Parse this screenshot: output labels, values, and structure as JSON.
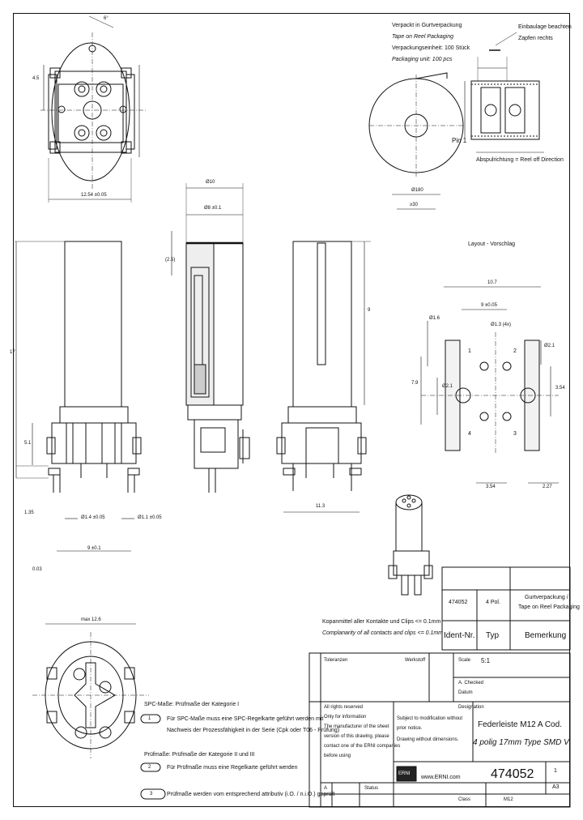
{
  "packaging": {
    "line1": "Verpackt in Gurtverpackung",
    "line2": "Tape on Reel Packaging",
    "line3": "Verpackungseinheit: 100 Stück",
    "line4": "Packaging unit: 100 pcs",
    "insert_de": "Einbaulage beachten",
    "insert_de2": "Zapfen rechts",
    "direction": "Abspulrichtung = Reel off Direction",
    "pin1": "Pin 1",
    "dim_reel_d": "Ø180",
    "dim_reel_w": "≥30"
  },
  "layout": {
    "title": "Layout - Vorschlag",
    "d1": "10.7",
    "d2": "9 ±0.05",
    "d3": "Ø1.3 (4x)",
    "d4": "Ø1.6",
    "d5": "Ø2.1",
    "d6": "7.9",
    "d7": "3.54",
    "d8": "Ø2.1",
    "d9": "3.54",
    "d10": "2.27",
    "p1": "1",
    "p2": "2",
    "p3": "3",
    "p4": "4"
  },
  "dims": {
    "top_45": "4.5",
    "top_width": "12.54 ±0.05",
    "phi10": "Ø10",
    "phi8": "Ø8 ±0.1",
    "d25": "(2.5)",
    "d17": "17",
    "d9v": "9",
    "d51": "5.1",
    "d135": "1.35",
    "d14": "Ø1.4 ±0.05",
    "d11": "Ø1.1 ±0.05",
    "d9b": "9 ±0.1",
    "d113": "11.3",
    "flat": "0.03",
    "max126": "max 12.6",
    "d6": "6°"
  },
  "plating_note": {
    "de": "Kopanmittel aller Kontakte und Clips <= 0.1mm",
    "en": "Complanarity of all contacts and clips <= 0.1mm"
  },
  "spc_notes": {
    "title": "SPC-Maße: Prüfmaße der Kategorie I",
    "n1_sym": "1",
    "n1a": "Für SPC-Maße muss eine SPC-Regelkarte geführt werden mit",
    "n1b": "Nachweis der Prozessfähigkeit in der Serie (Cpk oder T06 - Prüfung)",
    "t2": "Prüfmaße: Prüfmaße der Kategorie II und III",
    "n2_sym": "2",
    "n2": "Für Prüfmaße muss eine Regelkarte geführt werden",
    "n3_sym": "3",
    "n3": "Prüfmaße werden vom entsprechend attributiv (i.O. / n.i.O.) geprüft"
  },
  "parts_table": {
    "row_ident": "474052",
    "row_typ": "4 Pol.",
    "row_remark1": "Gurtverpackung /",
    "row_remark2": "Tape on Reel Packaging",
    "h_ident": "Ident-Nr.",
    "h_typ": "Typ",
    "h_remark": "Bemerkung"
  },
  "title_block": {
    "tolerances": "Toleranzen",
    "material": "Werkstoff",
    "scale_label": "Scale",
    "scale": "5:1",
    "ga_label": "A. Checked",
    "date_label": "Datum",
    "rights1": "All rights reserved",
    "rights2": "Only for information",
    "rights3": "The manufacturer of the sheet",
    "rights4": "version of this drawing, please",
    "rights5": "contact one of the ERNI companies",
    "rights6": "before using",
    "subject1": "Subject to modification without",
    "subject2": "prior notice.",
    "subject3": "Drawing without dimensions.",
    "desc_label": "Designation",
    "desc1": "Federleiste M12 A Cod.",
    "desc2": "4 polig 17mm Type SMD V",
    "logo": "ERNI",
    "web": "www.ERNI.com",
    "partno": "474052",
    "sheet_no": "1",
    "format": "A3",
    "class_label": "Class",
    "class_val": "M12",
    "state_label": "Status",
    "rev_a": "A"
  }
}
